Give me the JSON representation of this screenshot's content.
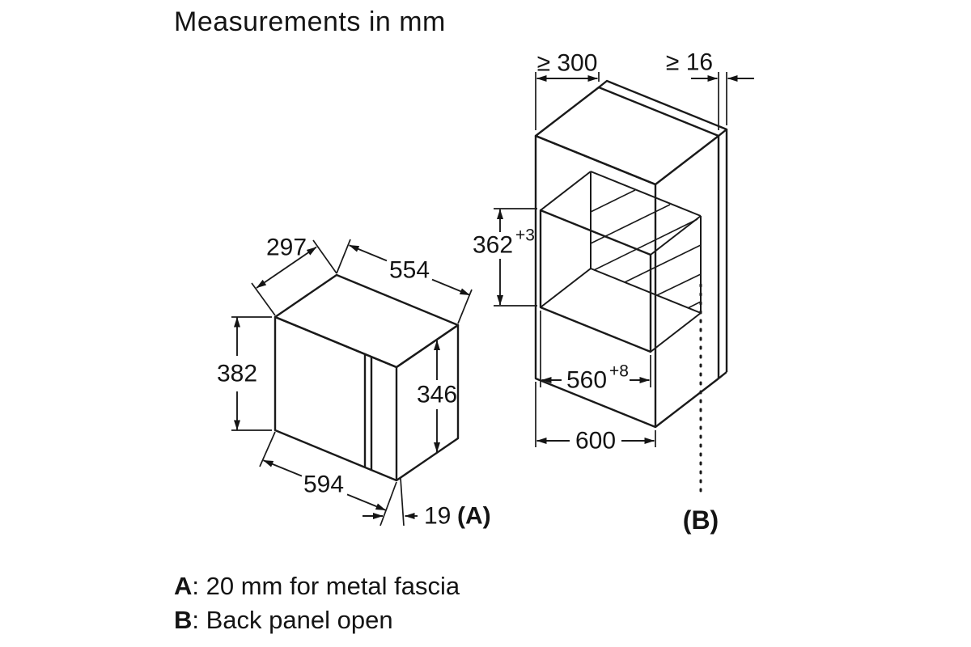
{
  "title": "Measurements in mm",
  "colors": {
    "line": "#1a1a1a",
    "background": "#ffffff"
  },
  "appliance": {
    "depth_top": "297",
    "width_top": "554",
    "height_front": "382",
    "height_side": "346",
    "width_bottom": "594",
    "fascia_depth": "19",
    "fascia_ref": "(A)"
  },
  "niche": {
    "clearance_depth": "≥ 300",
    "panel_thickness": "≥ 16",
    "height_value": "362",
    "height_tol": "+3",
    "width_inner_value": "560",
    "width_inner_tol": "+8",
    "width_outer": "600",
    "back_ref": "(B)"
  },
  "footnotes": [
    {
      "letter": "A",
      "text": ": 20 mm for metal fascia"
    },
    {
      "letter": "B",
      "text": ": Back panel open"
    }
  ]
}
